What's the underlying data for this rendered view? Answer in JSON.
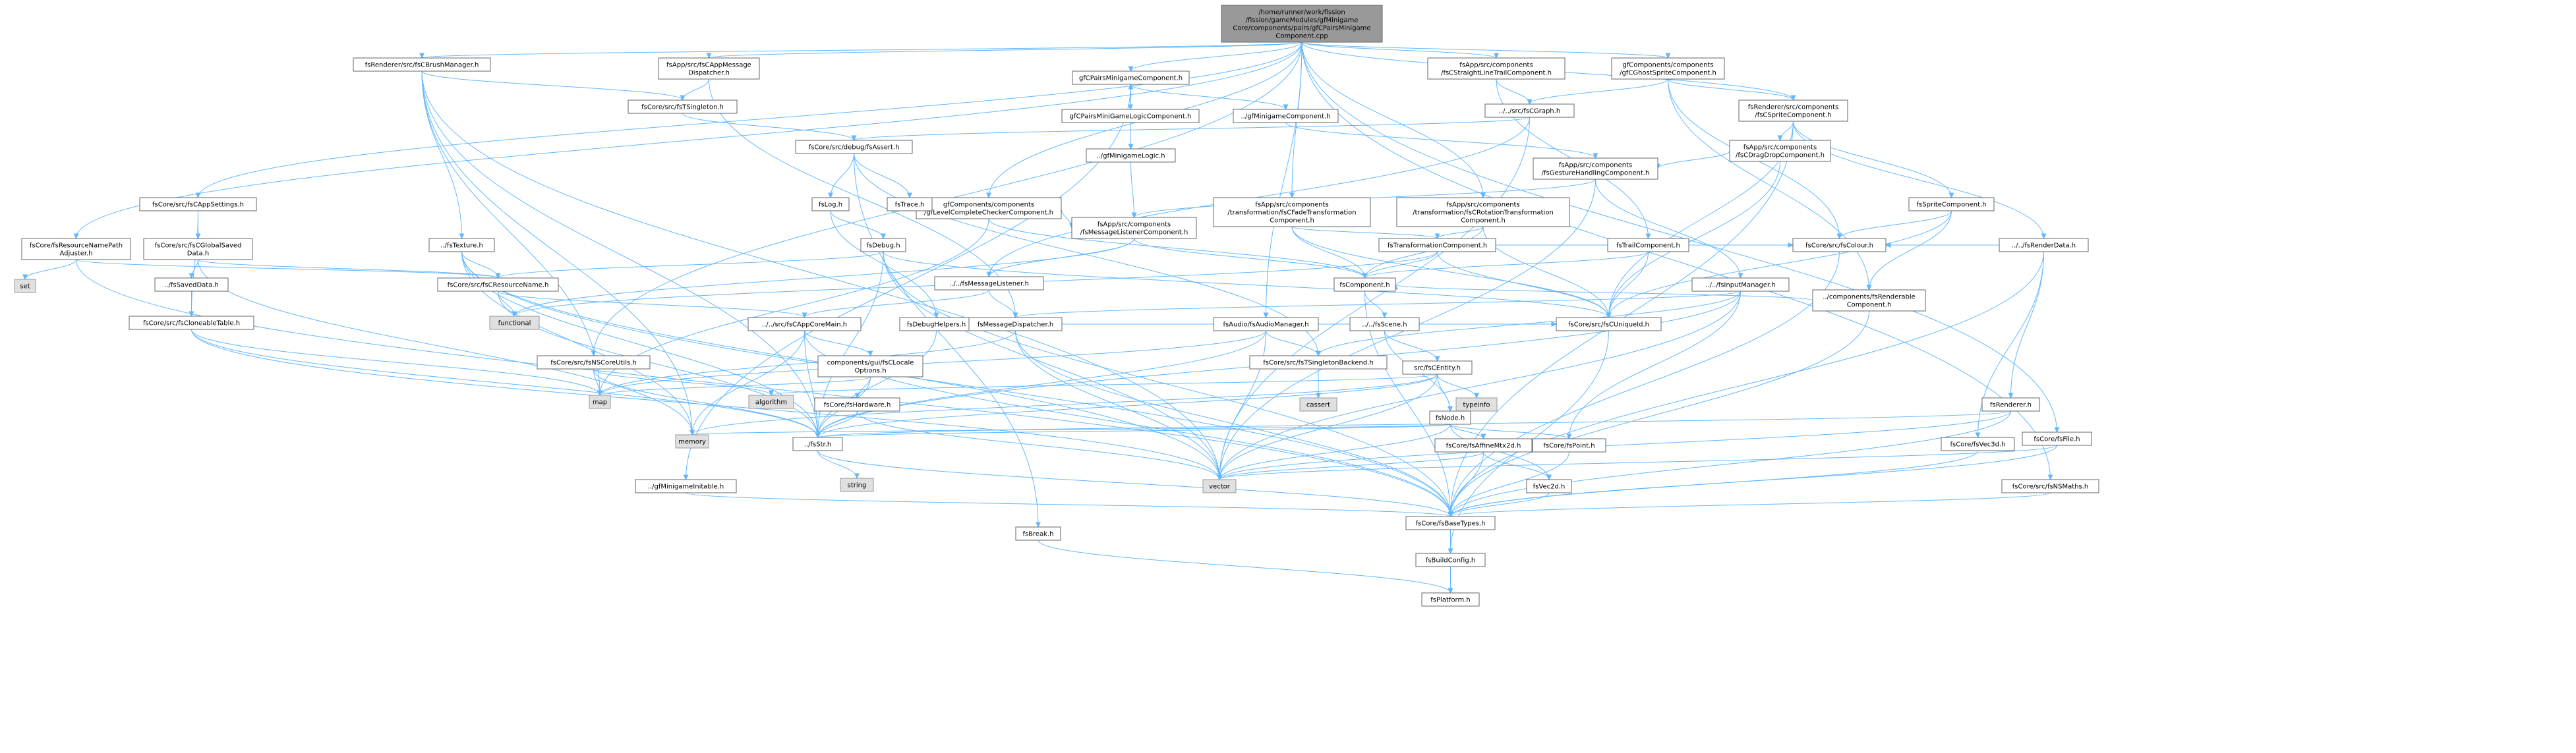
{
  "colors": {
    "edge": "#63b8ff",
    "node_border": "#666666",
    "root_fill": "#999999",
    "external_fill": "#e0e0e0"
  },
  "nodes": [
    {
      "id": "root",
      "kind": "root",
      "lines": [
        "/home/runner/work/fission",
        "/fission/gameModules/gfMinigame",
        "Core/components/pairs/gfCPairsMinigame",
        "Component.cpp"
      ]
    },
    {
      "id": "brush",
      "lines": [
        "fsRenderer/src/fsCBrushManager.h"
      ]
    },
    {
      "id": "msgdisp",
      "lines": [
        "fsApp/src/fsCAppMessage",
        "Dispatcher.h"
      ]
    },
    {
      "id": "pairs",
      "lines": [
        "gfCPairsMinigameComponent.h"
      ]
    },
    {
      "id": "straight",
      "lines": [
        "fsApp/src/components",
        "/fsCStraightLineTrailComponent.h"
      ]
    },
    {
      "id": "ghost",
      "lines": [
        "gfComponents/components",
        "/gfCGhostSpriteComponent.h"
      ]
    },
    {
      "id": "singleton",
      "lines": [
        "fsCore/src/fsTSingleton.h"
      ]
    },
    {
      "id": "graph",
      "lines": [
        "../../src/fsCGraph.h"
      ]
    },
    {
      "id": "sprite",
      "lines": [
        "fsRenderer/src/components",
        "/fsCSpriteComponent.h"
      ]
    },
    {
      "id": "pairslogic",
      "lines": [
        "gfCPairsMiniGameLogicComponent.h"
      ]
    },
    {
      "id": "gfmini",
      "lines": [
        "../gfMinigameComponent.h"
      ]
    },
    {
      "id": "assert",
      "lines": [
        "fsCore/src/debug/fsAssert.h"
      ]
    },
    {
      "id": "dragdrop",
      "lines": [
        "fsApp/src/components",
        "/fsCDragDropComponent.h"
      ]
    },
    {
      "id": "appsettings",
      "lines": [
        "fsCore/src/fsCAppSettings.h"
      ]
    },
    {
      "id": "resnamepath",
      "lines": [
        "fsCore/fsResourceNamePath",
        "Adjuster.h"
      ]
    },
    {
      "id": "levelcomplete",
      "lines": [
        "gfComponents/components",
        "/gfLevelCompleteCheckerComponent.h"
      ]
    },
    {
      "id": "gfminilogic",
      "lines": [
        "../gfMinigameLogic.h"
      ]
    },
    {
      "id": "fade",
      "lines": [
        "fsApp/src/components",
        "/transformation/fsCFadeTransformation",
        "Component.h"
      ]
    },
    {
      "id": "rotation",
      "lines": [
        "fsApp/src/components",
        "/transformation/fsCRotationTransformation",
        "Component.h"
      ]
    },
    {
      "id": "gesture",
      "lines": [
        "fsApp/src/components",
        "/fsGestureHandlingComponent.h"
      ]
    },
    {
      "id": "spritecomp",
      "lines": [
        "fsSpriteComponent.h"
      ]
    },
    {
      "id": "renderdata",
      "lines": [
        "../../fsRenderData.h"
      ]
    },
    {
      "id": "log",
      "lines": [
        "fsLog.h"
      ]
    },
    {
      "id": "trace",
      "lines": [
        "fsTrace.h"
      ]
    },
    {
      "id": "globalsaved",
      "lines": [
        "fsCore/src/fsCGlobalSaved",
        "Data.h"
      ]
    },
    {
      "id": "texture",
      "lines": [
        "../fsTexture.h"
      ]
    },
    {
      "id": "debug",
      "lines": [
        "fsDebug.h"
      ]
    },
    {
      "id": "msglistcomp",
      "lines": [
        "fsApp/src/components",
        "/fsMessageListenerComponent.h"
      ]
    },
    {
      "id": "transcomp",
      "lines": [
        "fsTransformationComponent.h"
      ]
    },
    {
      "id": "trailcomp",
      "lines": [
        "fsTrailComponent.h"
      ]
    },
    {
      "id": "renderable",
      "lines": [
        "../components/fsRenderable",
        "Component.h"
      ]
    },
    {
      "id": "fscolour",
      "lines": [
        "fsCore/src/fsColour.h"
      ]
    },
    {
      "id": "saveddata",
      "lines": [
        "../fsSavedData.h"
      ]
    },
    {
      "id": "resname",
      "lines": [
        "fsCore/src/fsCResourceName.h"
      ]
    },
    {
      "id": "msglistener",
      "lines": [
        "../../fsMessageListener.h"
      ]
    },
    {
      "id": "component",
      "lines": [
        "fsComponent.h"
      ]
    },
    {
      "id": "inputmgr",
      "lines": [
        "../../fsInputManager.h"
      ]
    },
    {
      "id": "cloneable",
      "lines": [
        "fsCore/src/fsCloneableTable.h"
      ]
    },
    {
      "id": "functional",
      "kind": "ext",
      "lines": [
        "functional"
      ]
    },
    {
      "id": "appcoremain",
      "lines": [
        "../../src/fsCAppCoreMain.h"
      ]
    },
    {
      "id": "debughelpers",
      "lines": [
        "fsDebugHelpers.h"
      ]
    },
    {
      "id": "msgdispatcher",
      "lines": [
        "fsMessageDispatcher.h"
      ]
    },
    {
      "id": "audiomgr",
      "lines": [
        "fsAudio/fsAudioManager.h"
      ]
    },
    {
      "id": "scene",
      "lines": [
        "../../fsScene.h"
      ]
    },
    {
      "id": "uniqueid",
      "lines": [
        "fsCore/src/fsCUniqueId.h"
      ]
    },
    {
      "id": "fsfile",
      "lines": [
        "fsCore/fsFile.h"
      ]
    },
    {
      "id": "nsmaths",
      "lines": [
        "fsCore/src/fsNSMaths.h"
      ]
    },
    {
      "id": "nscoreutils",
      "lines": [
        "fsCore/src/fsNSCoreUtils.h"
      ]
    },
    {
      "id": "locale",
      "lines": [
        "components/gui/fsCLocale",
        "Options.h"
      ]
    },
    {
      "id": "singletonbackend",
      "lines": [
        "fsCore/src/fsTSingletonBackend.h"
      ]
    },
    {
      "id": "entity",
      "lines": [
        "src/fsCEntity.h"
      ]
    },
    {
      "id": "renderer",
      "lines": [
        "fsRenderer.h"
      ]
    },
    {
      "id": "vec3d",
      "lines": [
        "fsCore/fsVec3d.h"
      ]
    },
    {
      "id": "map",
      "kind": "ext",
      "lines": [
        "map"
      ]
    },
    {
      "id": "algorithm",
      "kind": "ext",
      "lines": [
        "algorithm"
      ]
    },
    {
      "id": "hardware",
      "lines": [
        "fsCore/fsHardware.h"
      ]
    },
    {
      "id": "cassert",
      "kind": "ext",
      "lines": [
        "cassert"
      ]
    },
    {
      "id": "typeinfo",
      "kind": "ext",
      "lines": [
        "typeinfo"
      ]
    },
    {
      "id": "fsnode",
      "lines": [
        "fsNode.h"
      ]
    },
    {
      "id": "set",
      "kind": "ext",
      "lines": [
        "set"
      ]
    },
    {
      "id": "memory",
      "kind": "ext",
      "lines": [
        "memory"
      ]
    },
    {
      "id": "fsstr",
      "lines": [
        "../fsStr.h"
      ]
    },
    {
      "id": "affine",
      "lines": [
        "fsCore/fsAffineMtx2d.h"
      ]
    },
    {
      "id": "point",
      "lines": [
        "fsCore/fsPoint.h"
      ]
    },
    {
      "id": "string",
      "kind": "ext",
      "lines": [
        "string"
      ]
    },
    {
      "id": "vector",
      "kind": "ext",
      "lines": [
        "vector"
      ]
    },
    {
      "id": "vec2d",
      "lines": [
        "fsVec2d.h"
      ]
    },
    {
      "id": "gfminiminitable",
      "lines": [
        "../gfMinigameInitable.h"
      ]
    },
    {
      "id": "basetypes",
      "lines": [
        "fsCore/fsBaseTypes.h"
      ]
    },
    {
      "id": "fsbreak",
      "lines": [
        "fsBreak.h"
      ]
    },
    {
      "id": "buildconfig",
      "lines": [
        "fsBuildConfig.h"
      ]
    },
    {
      "id": "platform",
      "lines": [
        "fsPlatform.h"
      ]
    }
  ],
  "edges": [
    [
      "root",
      "brush"
    ],
    [
      "root",
      "msgdisp"
    ],
    [
      "root",
      "pairs"
    ],
    [
      "root",
      "straight"
    ],
    [
      "root",
      "ghost"
    ],
    [
      "root",
      "appsettings"
    ],
    [
      "root",
      "resnamepath"
    ],
    [
      "root",
      "levelcomplete"
    ],
    [
      "root",
      "fade"
    ],
    [
      "root",
      "rotation"
    ],
    [
      "root",
      "sprite"
    ],
    [
      "root",
      "nscoreutils"
    ],
    [
      "root",
      "audiomgr"
    ],
    [
      "root",
      "fsfile"
    ],
    [
      "root",
      "nsmaths"
    ],
    [
      "brush",
      "singleton"
    ],
    [
      "brush",
      "texture"
    ],
    [
      "brush",
      "map"
    ],
    [
      "brush",
      "memory"
    ],
    [
      "brush",
      "vector"
    ],
    [
      "brush",
      "fsstr"
    ],
    [
      "msgdisp",
      "singleton"
    ],
    [
      "msgdisp",
      "msgdispatcher"
    ],
    [
      "pairs",
      "pairslogic"
    ],
    [
      "pairs",
      "gfmini"
    ],
    [
      "pairs",
      "gfminiminitable"
    ],
    [
      "pairslogic",
      "pairs"
    ],
    [
      "pairslogic",
      "gfminilogic"
    ],
    [
      "gfmini",
      "gesture"
    ],
    [
      "gfminilogic",
      "msglistcomp"
    ],
    [
      "straight",
      "graph"
    ],
    [
      "straight",
      "trailcomp"
    ],
    [
      "ghost",
      "graph"
    ],
    [
      "ghost",
      "sprite"
    ],
    [
      "ghost",
      "fscolour"
    ],
    [
      "ghost",
      "renderable"
    ],
    [
      "graph",
      "assert"
    ],
    [
      "graph",
      "msglistener"
    ],
    [
      "graph",
      "vector"
    ],
    [
      "singleton",
      "assert"
    ],
    [
      "assert",
      "log"
    ],
    [
      "assert",
      "trace"
    ],
    [
      "assert",
      "fsbreak"
    ],
    [
      "assert",
      "singletonbackend"
    ],
    [
      "log",
      "debug"
    ],
    [
      "log",
      "debughelpers"
    ],
    [
      "debug",
      "resname"
    ],
    [
      "debug",
      "uniqueid"
    ],
    [
      "debug",
      "fsstr"
    ],
    [
      "debug",
      "basetypes"
    ],
    [
      "debug",
      "vector"
    ],
    [
      "sprite",
      "dragdrop"
    ],
    [
      "sprite",
      "spritecomp"
    ],
    [
      "sprite",
      "renderdata"
    ],
    [
      "sprite",
      "basetypes"
    ],
    [
      "sprite",
      "uniqueid"
    ],
    [
      "dragdrop",
      "gesture"
    ],
    [
      "dragdrop",
      "uniqueid"
    ],
    [
      "gesture",
      "msglistcomp"
    ],
    [
      "gesture",
      "inputmgr"
    ],
    [
      "gesture",
      "vector"
    ],
    [
      "spritecomp",
      "renderable"
    ],
    [
      "spritecomp",
      "uniqueid"
    ],
    [
      "spritecomp",
      "fscolour"
    ],
    [
      "renderdata",
      "fscolour"
    ],
    [
      "renderdata",
      "renderer"
    ],
    [
      "renderdata",
      "vec3d"
    ],
    [
      "renderdata",
      "basetypes"
    ],
    [
      "appsettings",
      "globalsaved"
    ],
    [
      "appsettings",
      "cloneable"
    ],
    [
      "globalsaved",
      "saveddata"
    ],
    [
      "globalsaved",
      "resname"
    ],
    [
      "globalsaved",
      "memory"
    ],
    [
      "saveddata",
      "cloneable"
    ],
    [
      "resnamepath",
      "set"
    ],
    [
      "resnamepath",
      "resname"
    ],
    [
      "resnamepath",
      "basetypes"
    ],
    [
      "levelcomplete",
      "msglistcomp"
    ],
    [
      "levelcomplete",
      "component"
    ],
    [
      "levelcomplete",
      "map"
    ],
    [
      "fade",
      "transcomp"
    ],
    [
      "fade",
      "component"
    ],
    [
      "fade",
      "uniqueid"
    ],
    [
      "rotation",
      "transcomp"
    ],
    [
      "rotation",
      "component"
    ],
    [
      "rotation",
      "uniqueid"
    ],
    [
      "transcomp",
      "component"
    ],
    [
      "transcomp",
      "uniqueid"
    ],
    [
      "transcomp",
      "functional"
    ],
    [
      "transcomp",
      "fscolour"
    ],
    [
      "trailcomp",
      "component"
    ],
    [
      "trailcomp",
      "uniqueid"
    ],
    [
      "renderable",
      "component"
    ],
    [
      "renderable",
      "basetypes"
    ],
    [
      "fscolour",
      "basetypes"
    ],
    [
      "msglistcomp",
      "msglistener"
    ],
    [
      "msglistcomp",
      "component"
    ],
    [
      "msglistcomp",
      "functional"
    ],
    [
      "msglistener",
      "msgdispatcher"
    ],
    [
      "msglistener",
      "appcoremain"
    ],
    [
      "texture",
      "resname"
    ],
    [
      "texture",
      "memory"
    ],
    [
      "texture",
      "vector"
    ],
    [
      "texture",
      "fsstr"
    ],
    [
      "texture",
      "basetypes"
    ],
    [
      "resname",
      "functional"
    ],
    [
      "resname",
      "appcoremain"
    ],
    [
      "resname",
      "fsstr"
    ],
    [
      "component",
      "scene"
    ],
    [
      "component",
      "basetypes"
    ],
    [
      "scene",
      "entity"
    ],
    [
      "scene",
      "fsnode"
    ],
    [
      "inputmgr",
      "msgdispatcher"
    ],
    [
      "inputmgr",
      "singletonbackend"
    ],
    [
      "inputmgr",
      "point"
    ],
    [
      "inputmgr",
      "vector"
    ],
    [
      "inputmgr",
      "fsstr"
    ],
    [
      "cloneable",
      "fsstr"
    ],
    [
      "cloneable",
      "map"
    ],
    [
      "cloneable",
      "vector"
    ],
    [
      "appcoremain",
      "locale"
    ],
    [
      "appcoremain",
      "memory"
    ],
    [
      "appcoremain",
      "basetypes"
    ],
    [
      "appcoremain",
      "fsstr"
    ],
    [
      "debughelpers",
      "fsstr"
    ],
    [
      "msgdispatcher",
      "uniqueid"
    ],
    [
      "msgdispatcher",
      "map"
    ],
    [
      "msgdispatcher",
      "vector"
    ],
    [
      "msgdispatcher",
      "basetypes"
    ],
    [
      "audiomgr",
      "singletonbackend"
    ],
    [
      "audiomgr",
      "uniqueid"
    ],
    [
      "audiomgr",
      "map"
    ],
    [
      "audiomgr",
      "vector"
    ],
    [
      "audiomgr",
      "fsstr"
    ],
    [
      "uniqueid",
      "buildconfig"
    ],
    [
      "nscoreutils",
      "map"
    ],
    [
      "nscoreutils",
      "algorithm"
    ],
    [
      "nscoreutils",
      "fsstr"
    ],
    [
      "locale",
      "map"
    ],
    [
      "locale",
      "fsstr"
    ],
    [
      "locale",
      "hardware"
    ],
    [
      "singletonbackend",
      "cassert"
    ],
    [
      "entity",
      "typeinfo"
    ],
    [
      "entity",
      "algorithm"
    ],
    [
      "entity",
      "fsnode"
    ],
    [
      "entity",
      "fsstr"
    ],
    [
      "entity",
      "memory"
    ],
    [
      "entity",
      "vector"
    ],
    [
      "fsnode",
      "affine"
    ],
    [
      "fsnode",
      "point"
    ],
    [
      "fsnode",
      "vec2d"
    ],
    [
      "fsnode",
      "vector"
    ],
    [
      "fsnode",
      "fsstr"
    ],
    [
      "fsnode",
      "memory"
    ],
    [
      "hardware",
      "fsstr"
    ],
    [
      "hardware",
      "vector"
    ],
    [
      "affine",
      "vec2d"
    ],
    [
      "affine",
      "basetypes"
    ],
    [
      "affine",
      "vector"
    ],
    [
      "point",
      "basetypes"
    ],
    [
      "vec2d",
      "basetypes"
    ],
    [
      "renderer",
      "fsstr"
    ],
    [
      "renderer",
      "vector"
    ],
    [
      "renderer",
      "basetypes"
    ],
    [
      "vec3d",
      "basetypes"
    ],
    [
      "fsfile",
      "vector"
    ],
    [
      "fsfile",
      "basetypes"
    ],
    [
      "nsmaths",
      "basetypes"
    ],
    [
      "fsstr",
      "string"
    ],
    [
      "fsstr",
      "basetypes"
    ],
    [
      "gfminiminitable",
      "basetypes"
    ],
    [
      "basetypes",
      "buildconfig"
    ],
    [
      "basetypes",
      "platform"
    ],
    [
      "buildconfig",
      "platform"
    ],
    [
      "fsbreak",
      "platform"
    ]
  ]
}
